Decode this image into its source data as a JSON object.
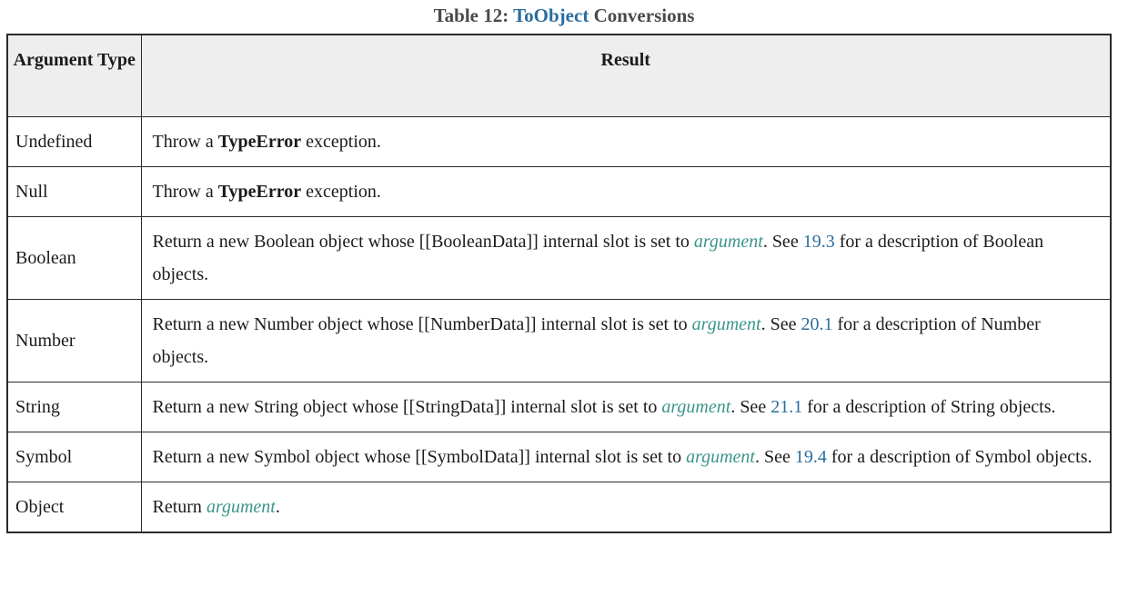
{
  "colors": {
    "caption_gray": "#4a4a4a",
    "link_blue": "#2a6d9e",
    "variable_teal": "#3b948b",
    "header_background": "#eeeeee",
    "border": "#2a2a2a",
    "body_text": "#1b1b1b"
  },
  "caption": {
    "prefix": "Table 12: ",
    "link_text": "ToObject",
    "suffix": " Conversions"
  },
  "table": {
    "col1_header": "Argument Type",
    "col2_header": "Result",
    "rows": [
      {
        "argument_type": "Undefined",
        "result": [
          {
            "t": "Throw a ",
            "s": "plain"
          },
          {
            "t": "TypeError",
            "s": "bold"
          },
          {
            "t": " exception.",
            "s": "plain"
          }
        ]
      },
      {
        "argument_type": "Null",
        "result": [
          {
            "t": "Throw a ",
            "s": "plain"
          },
          {
            "t": "TypeError",
            "s": "bold"
          },
          {
            "t": " exception.",
            "s": "plain"
          }
        ]
      },
      {
        "argument_type": "Boolean",
        "result": [
          {
            "t": "Return a new Boolean object whose [[BooleanData]] internal slot is set to ",
            "s": "plain"
          },
          {
            "t": "argument",
            "s": "var"
          },
          {
            "t": ". See ",
            "s": "plain"
          },
          {
            "t": "19.3",
            "s": "link"
          },
          {
            "t": " for a description of Boolean objects.",
            "s": "plain"
          }
        ]
      },
      {
        "argument_type": "Number",
        "result": [
          {
            "t": "Return a new Number object whose [[NumberData]] internal slot is set to ",
            "s": "plain"
          },
          {
            "t": "argument",
            "s": "var"
          },
          {
            "t": ". See ",
            "s": "plain"
          },
          {
            "t": "20.1",
            "s": "link"
          },
          {
            "t": " for a description of Number objects.",
            "s": "plain"
          }
        ]
      },
      {
        "argument_type": "String",
        "result": [
          {
            "t": "Return a new String object whose [[StringData]] internal slot is set to ",
            "s": "plain"
          },
          {
            "t": "argument",
            "s": "var"
          },
          {
            "t": ". See ",
            "s": "plain"
          },
          {
            "t": "21.1",
            "s": "link"
          },
          {
            "t": " for a description of String objects.",
            "s": "plain"
          }
        ]
      },
      {
        "argument_type": "Symbol",
        "result": [
          {
            "t": "Return a new Symbol object whose [[SymbolData]] internal slot is set to ",
            "s": "plain"
          },
          {
            "t": "argument",
            "s": "var"
          },
          {
            "t": ". See ",
            "s": "plain"
          },
          {
            "t": "19.4",
            "s": "link"
          },
          {
            "t": " for a description of Symbol objects.",
            "s": "plain"
          }
        ]
      },
      {
        "argument_type": "Object",
        "result": [
          {
            "t": "Return ",
            "s": "plain"
          },
          {
            "t": "argument",
            "s": "var"
          },
          {
            "t": ".",
            "s": "plain"
          }
        ]
      }
    ]
  }
}
